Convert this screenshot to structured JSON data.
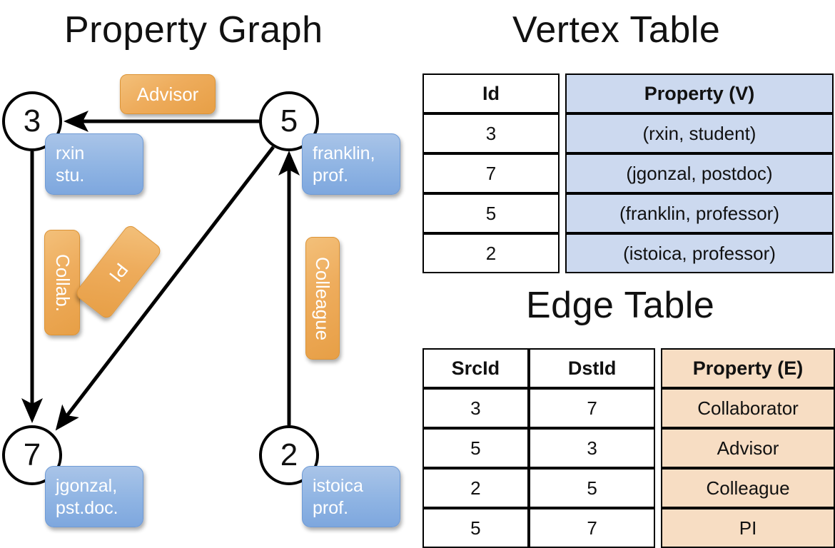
{
  "titles": {
    "property_graph": "Property Graph",
    "vertex_table": "Vertex Table",
    "edge_table": "Edge Table"
  },
  "graph": {
    "nodes": [
      {
        "id": "3",
        "label": "3",
        "property_line1": "rxin",
        "property_line2": "stu."
      },
      {
        "id": "5",
        "label": "5",
        "property_line1": "franklin,",
        "property_line2": "prof."
      },
      {
        "id": "7",
        "label": "7",
        "property_line1": "jgonzal,",
        "property_line2": "pst.doc."
      },
      {
        "id": "2",
        "label": "2",
        "property_line1": "istoica",
        "property_line2": "prof."
      }
    ],
    "edge_labels": [
      {
        "name": "advisor",
        "text": "Advisor",
        "orientation": "horizontal"
      },
      {
        "name": "collab",
        "text": "Collab.",
        "orientation": "vertical"
      },
      {
        "name": "pi",
        "text": "PI",
        "orientation": "rotated"
      },
      {
        "name": "colleague",
        "text": "Colleague",
        "orientation": "vertical"
      }
    ],
    "edges": [
      {
        "from": "5",
        "to": "3",
        "label": "Advisor"
      },
      {
        "from": "3",
        "to": "7",
        "label": "Collab."
      },
      {
        "from": "5",
        "to": "7",
        "label": "PI"
      },
      {
        "from": "2",
        "to": "5",
        "label": "Colleague"
      }
    ]
  },
  "vertex_table": {
    "headers": [
      "Id",
      "Property (V)"
    ],
    "rows": [
      {
        "id": "3",
        "property": "(rxin, student)"
      },
      {
        "id": "7",
        "property": "(jgonzal, postdoc)"
      },
      {
        "id": "5",
        "property": "(franklin, professor)"
      },
      {
        "id": "2",
        "property": "(istoica, professor)"
      }
    ]
  },
  "edge_table": {
    "headers": [
      "SrcId",
      "DstId",
      "Property (E)"
    ],
    "rows": [
      {
        "src": "3",
        "dst": "7",
        "property": "Collaborator"
      },
      {
        "src": "5",
        "dst": "3",
        "property": "Advisor"
      },
      {
        "src": "2",
        "dst": "5",
        "property": "Colleague"
      },
      {
        "src": "5",
        "dst": "7",
        "property": "PI"
      }
    ]
  },
  "colors": {
    "vertex_property_fill": "#ccd9ef",
    "edge_property_fill": "#f7ddc3",
    "node_box_blue": "#8fb4e3",
    "edge_label_orange": "#eeac5c",
    "stroke": "#000000",
    "background": "#ffffff"
  }
}
